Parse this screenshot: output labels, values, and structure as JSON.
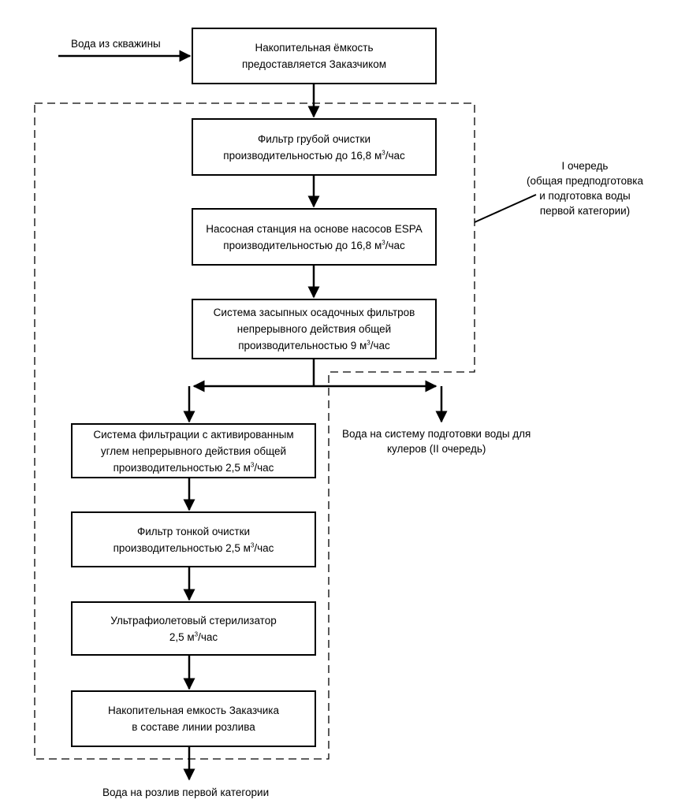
{
  "nodes": {
    "tank_in": {
      "lines": [
        "Накопительная ёмкость",
        "предоставляется Заказчиком"
      ]
    },
    "coarse": {
      "lines": [
        "Фильтр грубой очистки"
      ],
      "rate_prefix": "производительностью до 16,8 м",
      "rate_sup": "3",
      "rate_suffix": "/час"
    },
    "pump": {
      "lines": [
        "Насосная станция на основе насосов ESPA"
      ],
      "rate_prefix": "производительностью до 16,8 м",
      "rate_sup": "3",
      "rate_suffix": "/час"
    },
    "sediment": {
      "lines": [
        "Система засыпных осадочных фильтров",
        "непрерывного действия общей"
      ],
      "rate_prefix": "производительностью 9 м",
      "rate_sup": "3",
      "rate_suffix": "/час"
    },
    "carbon": {
      "lines": [
        "Система фильтрации с активированным",
        "углем непрерывного действия общей"
      ],
      "rate_prefix": "производительностью 2,5 м",
      "rate_sup": "3",
      "rate_suffix": "/час"
    },
    "fine": {
      "lines": [
        "Фильтр тонкой очистки"
      ],
      "rate_prefix": "производительностью 2,5 м",
      "rate_sup": "3",
      "rate_suffix": "/час"
    },
    "uv": {
      "lines": [
        "Ультрафиолетовый стерилизатор"
      ],
      "rate_prefix": "2,5 м",
      "rate_sup": "3",
      "rate_suffix": "/час"
    },
    "tank_out": {
      "lines": [
        "Накопительная емкость Заказчика",
        "в составе линии розлива"
      ]
    }
  },
  "labels": {
    "water_in": [
      "Вода из скважины"
    ],
    "coolers": [
      "Вода на систему подготовки воды для",
      "кулеров (II очередь)"
    ],
    "output": [
      "Вода на розлив первой категории"
    ],
    "stage1": [
      "I очередь",
      "(общая предподготовка",
      "и подготовка воды",
      "первой категории)"
    ]
  }
}
